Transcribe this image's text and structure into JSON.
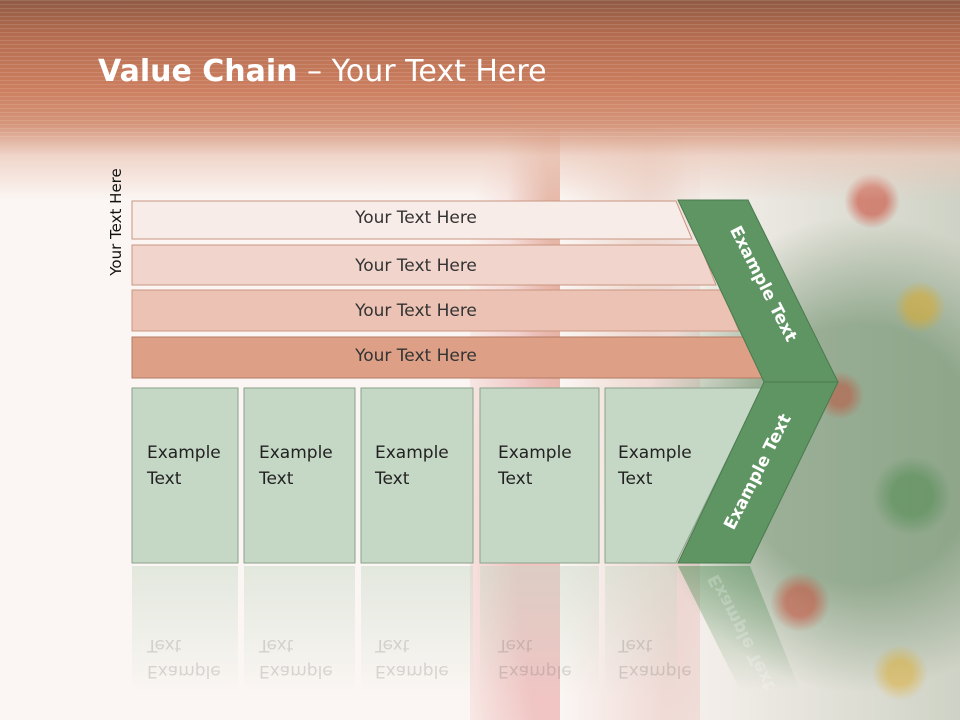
{
  "title": {
    "bold": "Value Chain",
    "rest": " – Your Text Here"
  },
  "side_label": "Your Text Here",
  "bars": [
    "Your Text Here",
    "Your Text Here",
    "Your Text Here",
    "Your Text Here"
  ],
  "boxes": [
    [
      "Example",
      "Text"
    ],
    [
      "Example",
      "Text"
    ],
    [
      "Example",
      "Text"
    ],
    [
      "Example",
      "Text"
    ],
    [
      "Example",
      "Text"
    ]
  ],
  "arrow_upper": "Example Text",
  "arrow_lower": "Example Text",
  "colors": {
    "bar_fills": [
      "#f8ece8",
      "#f1d5cc",
      "#ebc2b3",
      "#dda087"
    ],
    "box_fill": "#c5d7c5",
    "arrow_fill": "#5e9563"
  }
}
